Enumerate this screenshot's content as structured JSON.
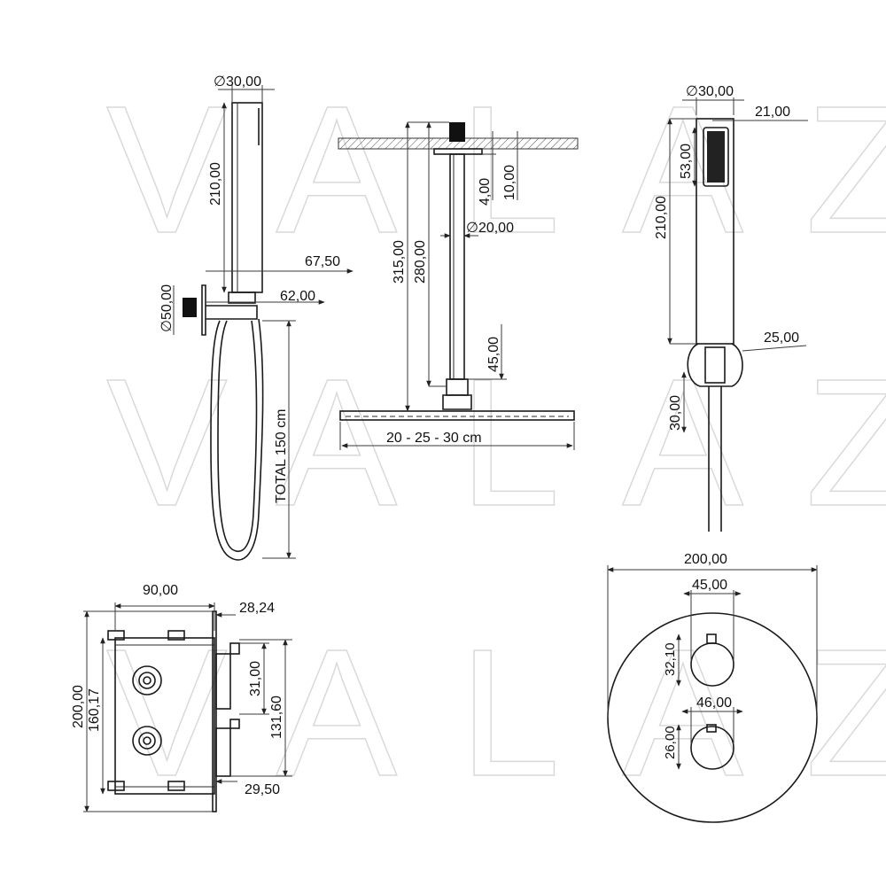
{
  "watermark": "VALAZ",
  "hand_shower_side": {
    "diameter": "∅30,00",
    "length": "210,00",
    "offset_outer": "67,50",
    "offset_inner": "62,00",
    "outlet_diameter": "∅50,00",
    "hose_total": "TOTAL 150 cm"
  },
  "rain_shower": {
    "ceiling_offset": "10,00",
    "plate_thickness": "4,00",
    "arm_total": "315,00",
    "arm_length": "280,00",
    "arm_diameter": "∅20,00",
    "head_joint": "45,00",
    "head_sizes": "20 - 25 - 30 cm"
  },
  "hand_shower_front": {
    "diameter": "∅30,00",
    "width": "21,00",
    "spray_face": "53,00",
    "length": "210,00",
    "holder": "25,00",
    "holder_height": "30,00"
  },
  "valve_body": {
    "width": "90,00",
    "depth": "28,24",
    "height": "200,00",
    "inner_height": "160,17",
    "spindle_spacing": "31,00",
    "outlet_span": "131,60",
    "bottom_depth": "29,50"
  },
  "cover_plate": {
    "diameter": "200,00",
    "knob_top": "45,00",
    "knob_top_height": "32,10",
    "knob_bottom": "46,00",
    "knob_bottom_height": "26,00"
  }
}
